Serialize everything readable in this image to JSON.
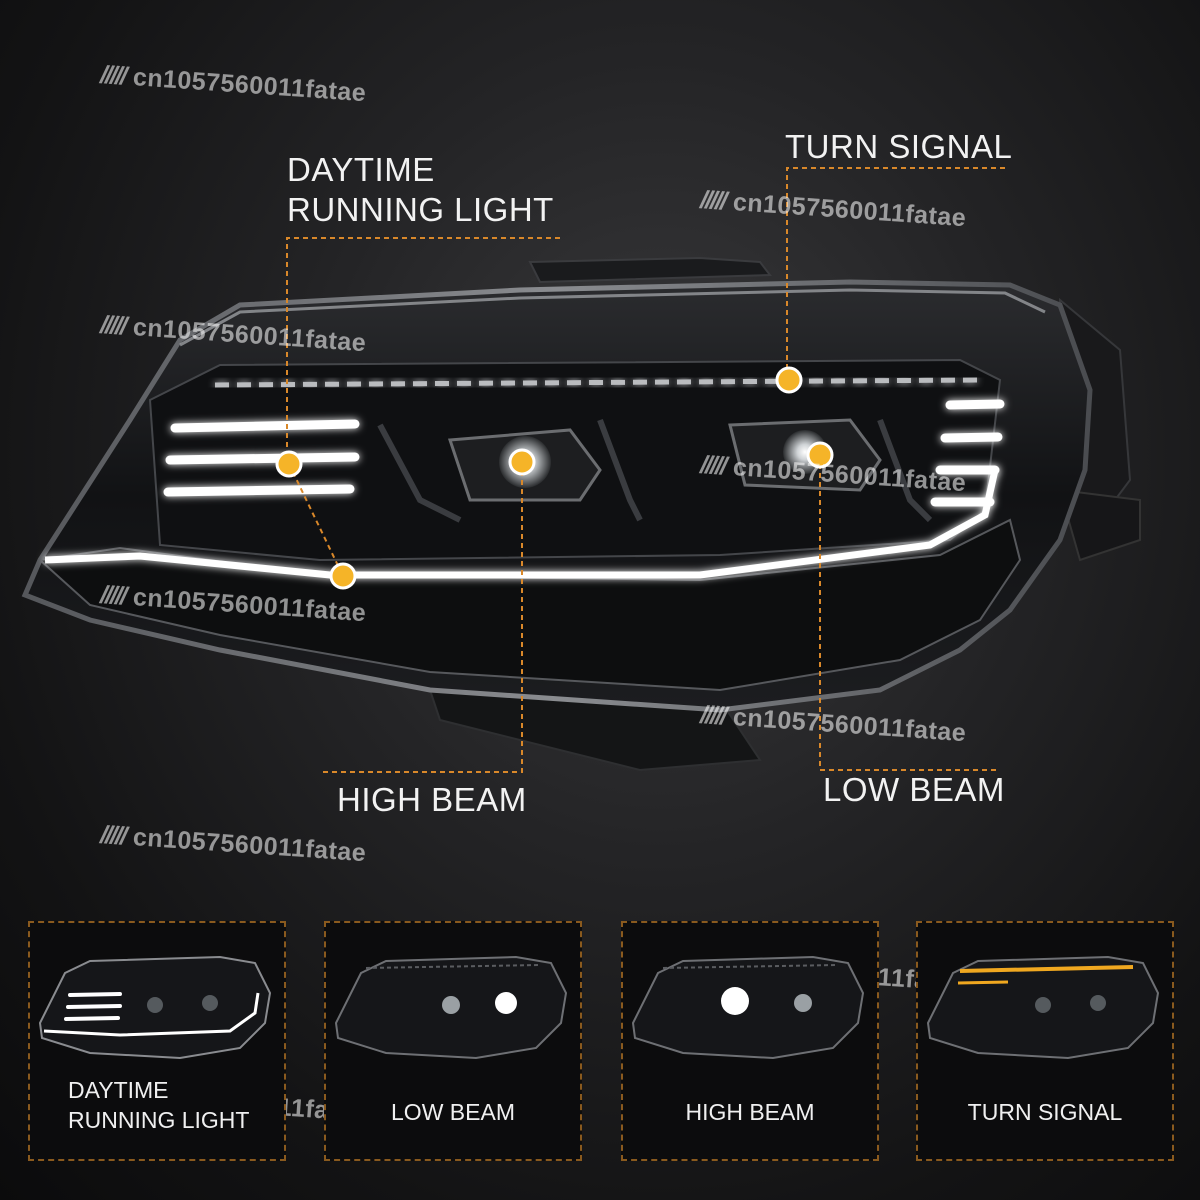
{
  "callouts": {
    "drl": "DAYTIME\nRUNNING LIGHT",
    "turn_signal": "TURN SIGNAL",
    "high_beam": "HIGH BEAM",
    "low_beam": "LOW BEAM"
  },
  "watermark": {
    "bars": "/////",
    "text": "cn1057560011fatae"
  },
  "panels": [
    {
      "label": "DAYTIME\nRUNNING LIGHT",
      "mode": "drl"
    },
    {
      "label": "LOW BEAM",
      "mode": "low"
    },
    {
      "label": "HIGH BEAM",
      "mode": "high"
    },
    {
      "label": "TURN SIGNAL",
      "mode": "turn"
    }
  ],
  "colors": {
    "callout_line": "#d9882a",
    "dot": "#f5b428",
    "turn_amber": "#f0a820",
    "led_white": "#ffffff"
  }
}
